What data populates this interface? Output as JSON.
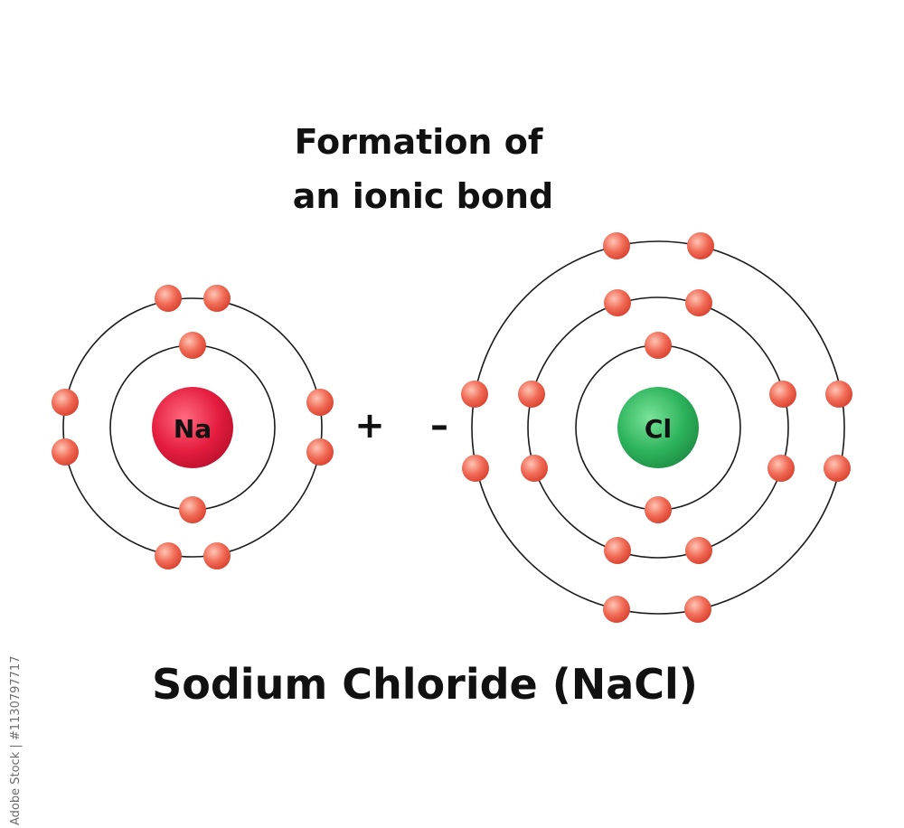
{
  "title_line1": "Formation of",
  "title_line2": "an ionic bond",
  "caption": "Sodium Chloride (NaCl)",
  "watermark_id": "Adobe Stock | #1130797717",
  "colors": {
    "electron": "#ef5b47",
    "sodium_core": "#e51d3f",
    "chlorine_core": "#2db35c",
    "orbit": "#1a1a1a"
  },
  "na_atom": {
    "label": "Na",
    "charge_symbol": "+",
    "shells": [
      {
        "shell": 1,
        "electrons": 2
      },
      {
        "shell": 2,
        "electrons": 8
      }
    ]
  },
  "cl_atom": {
    "label": "Cl",
    "charge_symbol": "–",
    "shells": [
      {
        "shell": 1,
        "electrons": 2
      },
      {
        "shell": 2,
        "electrons": 8
      },
      {
        "shell": 3,
        "electrons": 8
      }
    ]
  }
}
